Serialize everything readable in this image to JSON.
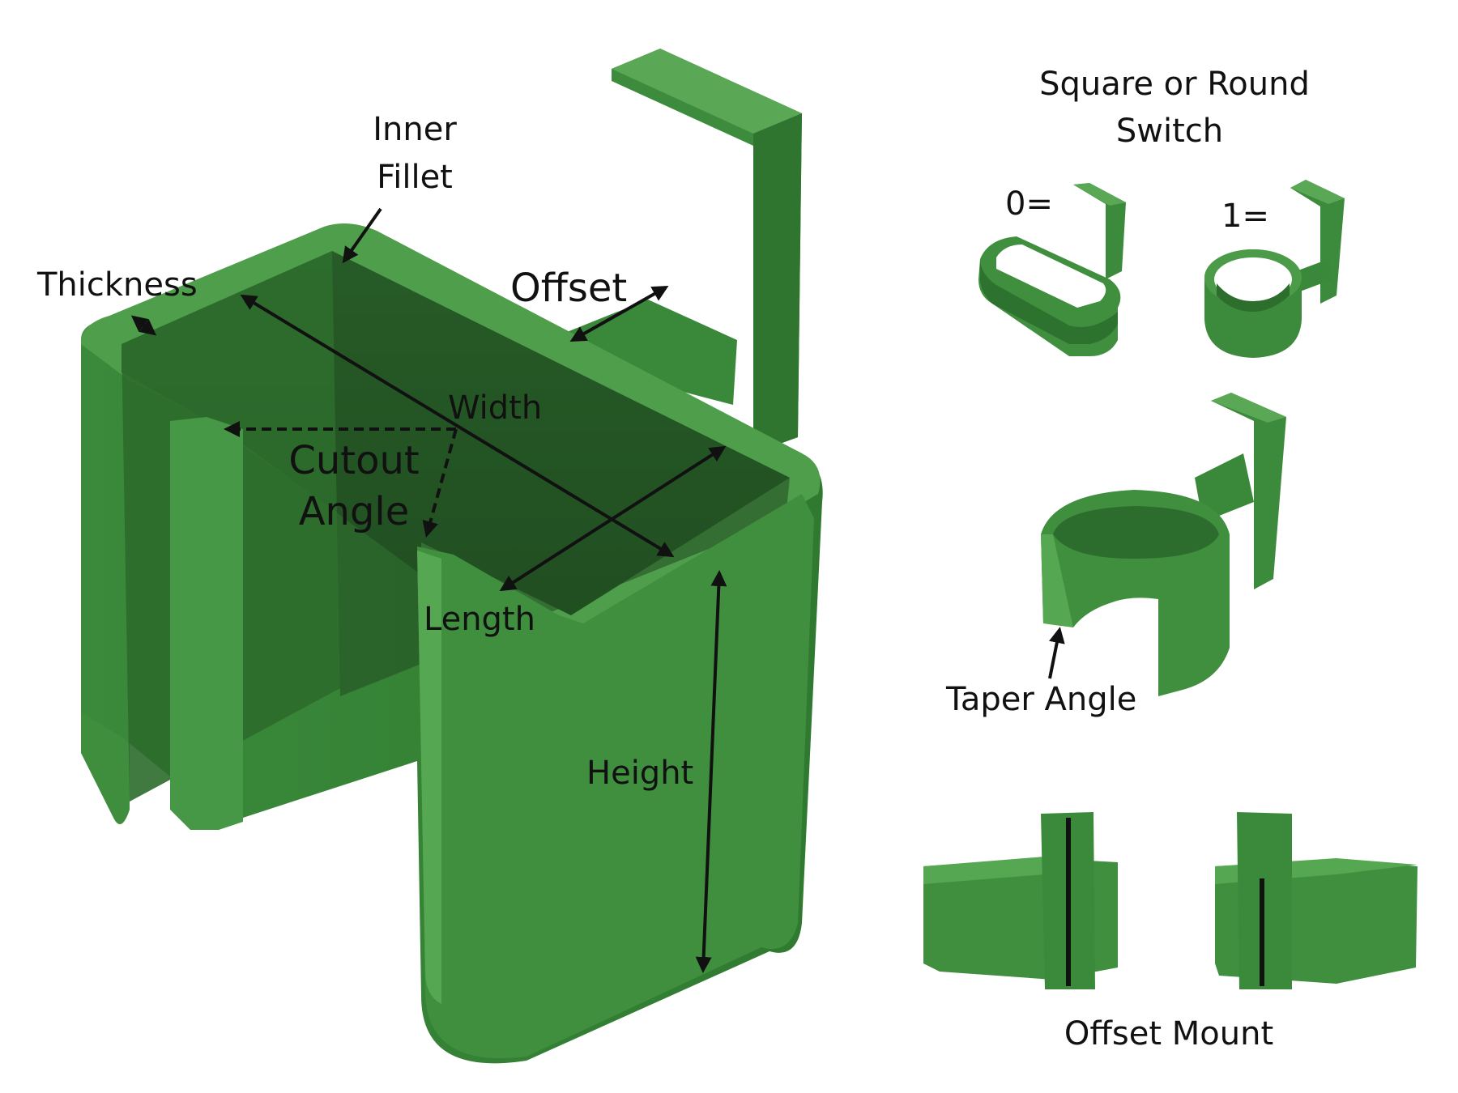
{
  "labels": {
    "inner_fillet": [
      "Inner",
      "Fillet"
    ],
    "thickness": "Thickness",
    "offset": "Offset",
    "width": "Width",
    "cutout_angle": [
      "Cutout",
      "Angle"
    ],
    "length": "Length",
    "height": "Height",
    "square_round_title": [
      "Square or Round",
      "Switch"
    ],
    "option_zero": "0=",
    "option_one": "1=",
    "taper_angle": "Taper Angle",
    "offset_mount": "Offset Mount"
  },
  "colors": {
    "part_green": "#3f8f3f",
    "part_dark": "#2a6a2a",
    "part_light": "#5fae5a",
    "arrow": "#111111"
  }
}
